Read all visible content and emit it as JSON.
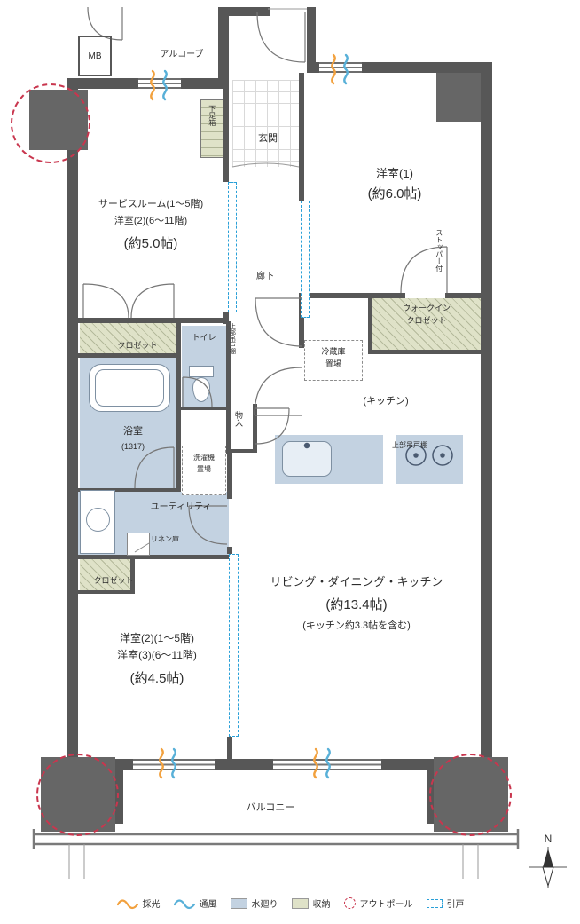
{
  "plan": {
    "mb": "MB",
    "alcove": "アルコーブ",
    "entrance": "玄関",
    "shoe_box": "下足箱",
    "room1_name": "洋室(1)",
    "room1_size": "(約6.0帖)",
    "service_room_line1": "サービスルーム(1〜5階)",
    "service_room_line2": "洋室(2)(6〜11階)",
    "service_room_size": "(約5.0帖)",
    "corridor": "廊下",
    "stopper": "ストッパー付",
    "wic_line1": "ウォークイン",
    "wic_line2": "クロゼット",
    "closet_upper": "クロゼット",
    "toilet": "トイレ",
    "upper_cabinet_toilet": "上部吊戸棚",
    "fridge_line1": "冷蔵庫",
    "fridge_line2": "置場",
    "kitchen": "(キッチン)",
    "bath_name": "浴室",
    "bath_size": "(1317)",
    "storage_small": "物入",
    "washer_line1": "洗濯機",
    "washer_line2": "置場",
    "upper_cabinet_kitchen": "上部吊戸棚",
    "utility": "ユーティリティ",
    "linen": "リネン庫",
    "closet_lower": "クロゼット",
    "ldk_line1": "リビング・ダイニング・キッチン",
    "ldk_line2": "(約13.4帖)",
    "ldk_line3": "(キッチン約3.3帖を含む)",
    "room23_line1": "洋室(2)(1〜5階)",
    "room23_line2": "洋室(3)(6〜11階)",
    "room23_size": "(約4.5帖)",
    "balcony": "バルコニー",
    "compass_n": "N"
  },
  "legend": {
    "daylight": "採光",
    "ventilation": "通風",
    "water": "水廻り",
    "storage": "収納",
    "outpole": "アウトポール",
    "sliding_door": "引戸"
  },
  "colors": {
    "wall": "#575757",
    "water_area": "#c3d2e1",
    "storage_area": "#dfe2c8",
    "outpole": "#c9364e",
    "sliding_door": "#2aa0d8",
    "daylight": "#f2a13e",
    "ventilation": "#58b0d8"
  }
}
